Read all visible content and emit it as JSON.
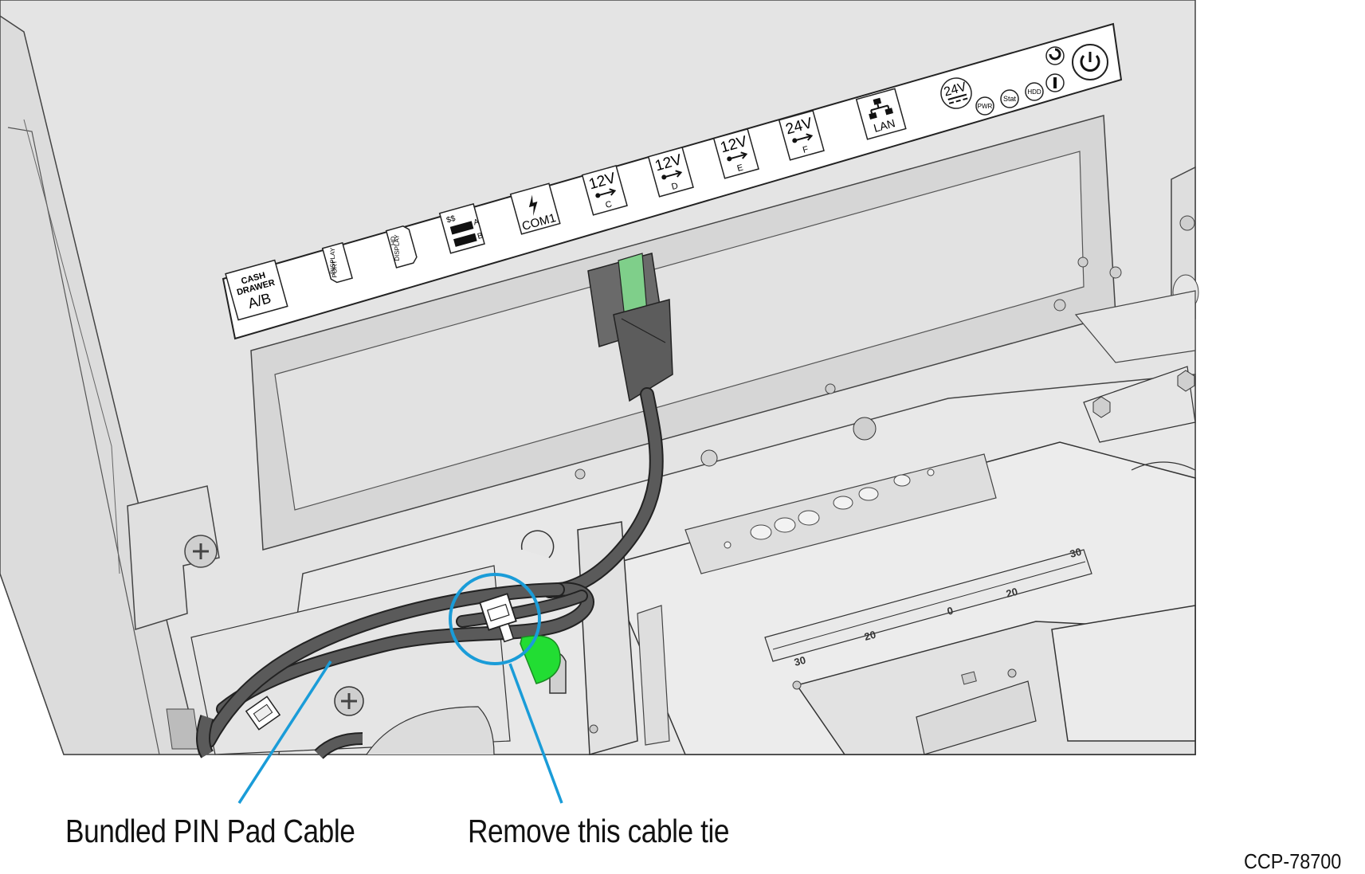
{
  "callouts": {
    "bundled_cable": "Bundled PIN Pad Cable",
    "remove_tie": "Remove this cable tie"
  },
  "figure_id": "CCP-78700",
  "port_labels": {
    "cash_drawer_line1": "CASH",
    "cash_drawer_line2": "DRAWER",
    "cash_drawer_line3": "A/B",
    "display_port_1": "DISPLAY",
    "display_port_2": "PORT",
    "hd_display_1": "HD",
    "hd_display_2": "DISPLAY",
    "usb_ab_prefix": "$$",
    "usb_a": "A",
    "usb_b": "B",
    "com1": "COM1",
    "usb_c_volt": "12V",
    "usb_c": "C",
    "usb_d_volt": "12V",
    "usb_d": "D",
    "usb_e_volt": "12V",
    "usb_e": "E",
    "usb_f_volt": "24V",
    "usb_f": "F",
    "lan": "LAN",
    "power_24v": "24V",
    "pwr_led": "PWR",
    "stat_led": "Stat",
    "hdd_led": "HDD"
  },
  "ruler_numbers": {
    "n30_left": "30",
    "n20_left": "20",
    "n0": "0",
    "n20_right": "20",
    "n30_right": "30"
  },
  "colors": {
    "background": "#ffffff",
    "panel": "#e6e6e6",
    "panel_dark": "#d6d6d6",
    "cable": "#5a5a5a",
    "cable_highlight": "#888888",
    "callout_line": "#1a9cd8",
    "tie_green": "#22dd33",
    "connector_green": "#7fcf8a"
  }
}
